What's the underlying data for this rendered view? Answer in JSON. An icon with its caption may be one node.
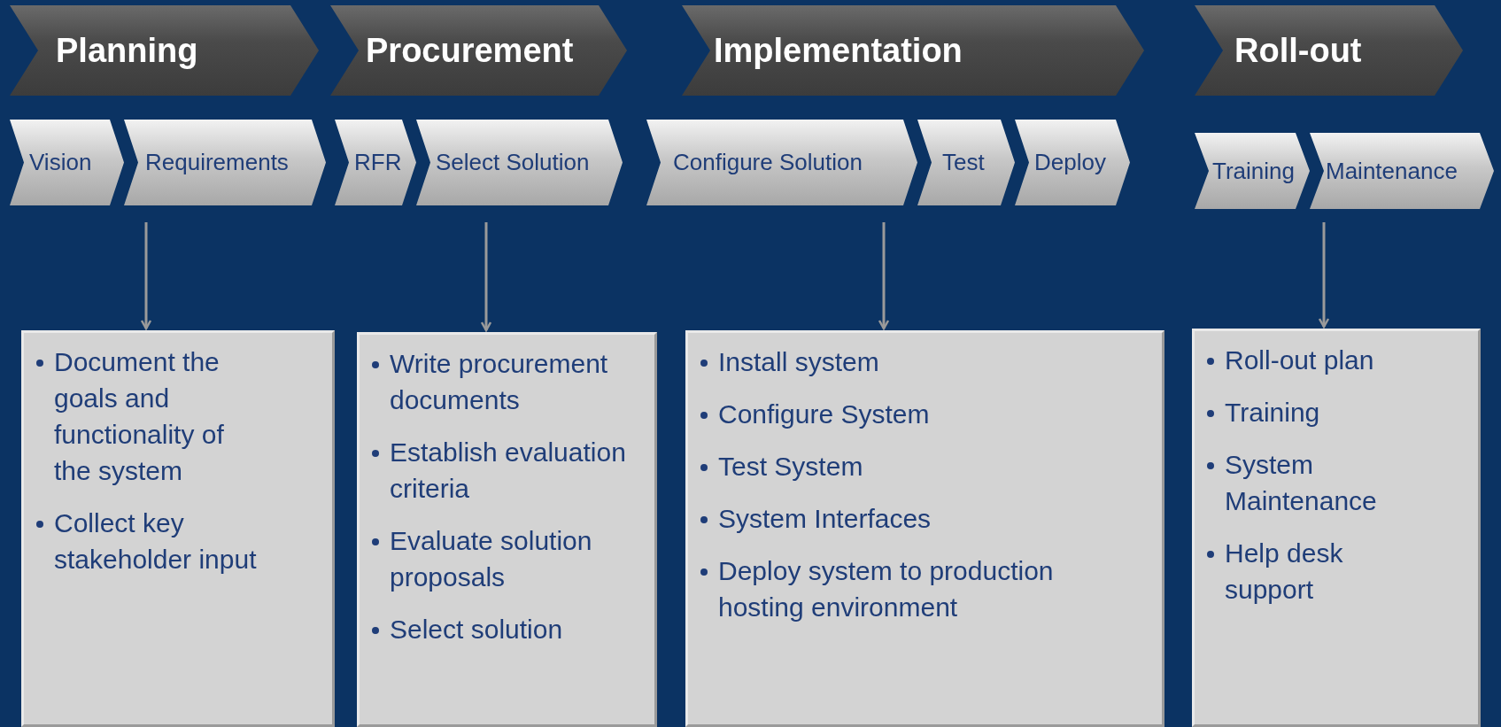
{
  "diagram": {
    "nodes": [
      {
        "text": [
          "Planning"
        ]
      },
      {
        "text": [
          "Procurement"
        ]
      },
      {
        "text": [
          "Implementation"
        ]
      },
      {
        "text": [
          "Roll-out"
        ]
      },
      {
        "text": [
          "Vision"
        ]
      },
      {
        "text": [
          "Requirements"
        ]
      },
      {
        "text": [
          "RFR"
        ]
      },
      {
        "text": [
          "Select Solution"
        ]
      },
      {
        "text": [
          "Configure Solution"
        ]
      },
      {
        "text": [
          "Test"
        ]
      },
      {
        "text": [
          "Deploy"
        ]
      },
      {
        "text": [
          "Training"
        ]
      },
      {
        "text": [
          "Maintenance"
        ]
      },
      {
        "text": [
          "Document the goals and functionality of the system",
          "Collect key stakeholder input"
        ]
      },
      {
        "text": [
          "Write procurement documents",
          "Establish evaluation criteria",
          "Evaluate solution proposals",
          "Select solution"
        ]
      },
      {
        "text": [
          "Install system",
          "Configure System",
          "Test System",
          "System Interfaces",
          "Deploy system to production hosting environment"
        ]
      },
      {
        "text": [
          "Roll-out plan",
          "Training",
          "System Maintenance",
          "Help desk support"
        ]
      }
    ],
    "edges": [
      {
        "from": 5,
        "to": 13,
        "arrow": "to"
      },
      {
        "from": 7,
        "to": 14,
        "arrow": "to"
      },
      {
        "from": 8,
        "to": 15,
        "arrow": "to"
      },
      {
        "from": 12,
        "to": 16,
        "arrow": "to"
      }
    ]
  }
}
